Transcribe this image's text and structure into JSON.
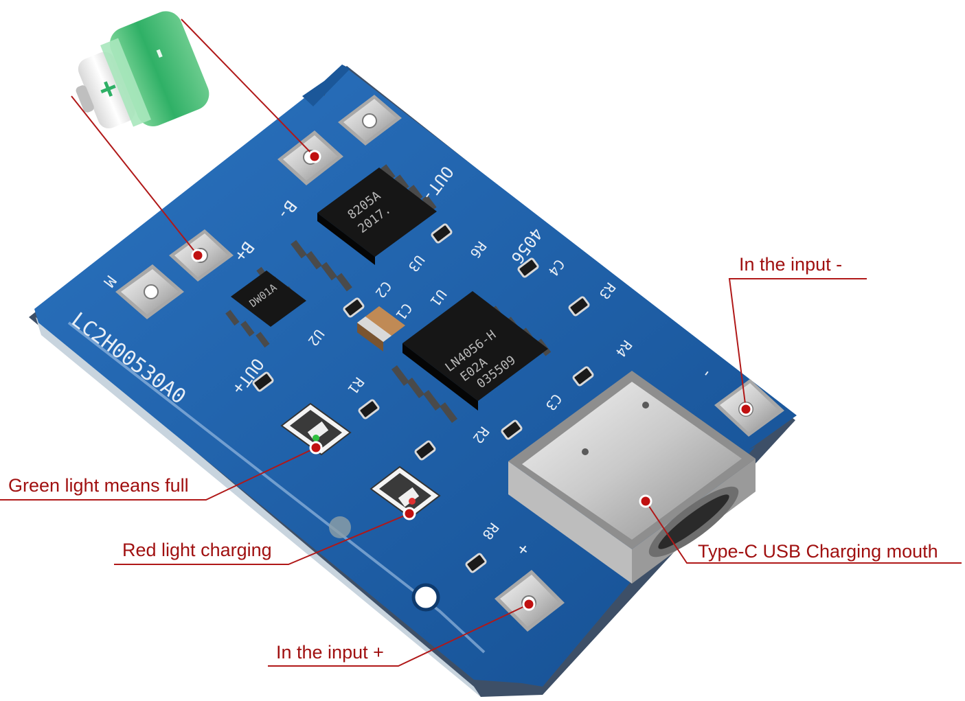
{
  "callouts": {
    "input_minus": "In the input -",
    "input_plus": "In the input +",
    "green_light": "Green light means full",
    "red_light": "Red light charging",
    "typec": "Type-C USB Charging mouth"
  },
  "battery": {
    "plus": "+",
    "minus": "-"
  },
  "board": {
    "silkscreen": {
      "model": "LC2H00530A0",
      "out_minus": "OUT-",
      "out_plus": "OUT+",
      "b_minus": "B-",
      "b_plus": "B+",
      "m": "M",
      "chip_4056": "4056",
      "u1": "U1",
      "u2": "U2",
      "u3": "U3",
      "c1": "C1",
      "c2": "C2",
      "c3": "C3",
      "c4": "C4",
      "r1": "R1",
      "r2": "R2",
      "r3": "R3",
      "r4": "R4",
      "r8": "R8",
      "r6": "R6",
      "plus": "+",
      "minus": "-"
    },
    "chips": {
      "u3_line1": "8205A",
      "u3_line2": "2017.",
      "u1_line1": "LN4056-H",
      "u1_line2": "E02A",
      "u1_line3": "035509",
      "u2_line1": "DW01A"
    }
  },
  "colors": {
    "pcb": "#1e5fa8",
    "callout_line": "#b01818",
    "callout_text": "#a01010",
    "battery_green": "#37b86a"
  }
}
